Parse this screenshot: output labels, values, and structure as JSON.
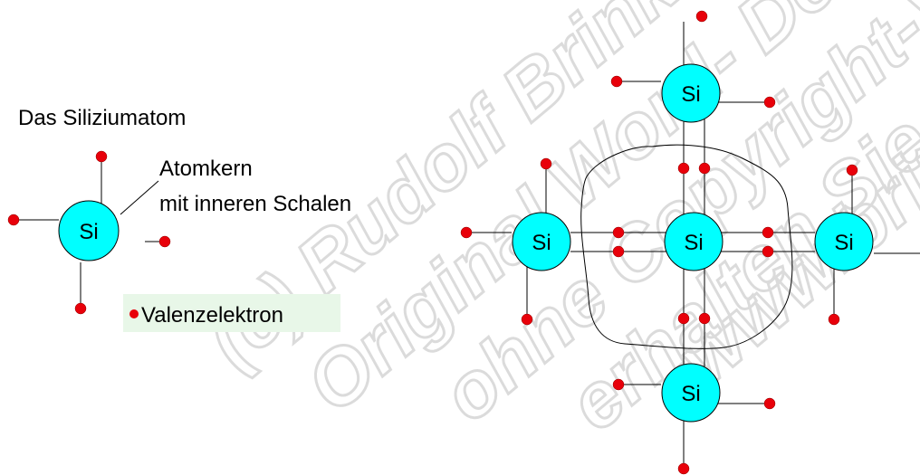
{
  "title": "Das Siliziumatom",
  "atom_symbol": "Si",
  "label_nucleus": [
    "Atomkern",
    "mit inneren Schalen"
  ],
  "legend_label": "Valenzelektron",
  "watermark": [
    "(c) Rudolf Brinkhan",
    "Original Word- Dokument",
    "ohne Copyright-Vermerk",
    "erhalten Sie unter",
    "www.brinkhan"
  ],
  "colors": {
    "atom_fill": "#00ffff",
    "electron": "#e8000a",
    "legend_bg": "#e8f7e8"
  }
}
